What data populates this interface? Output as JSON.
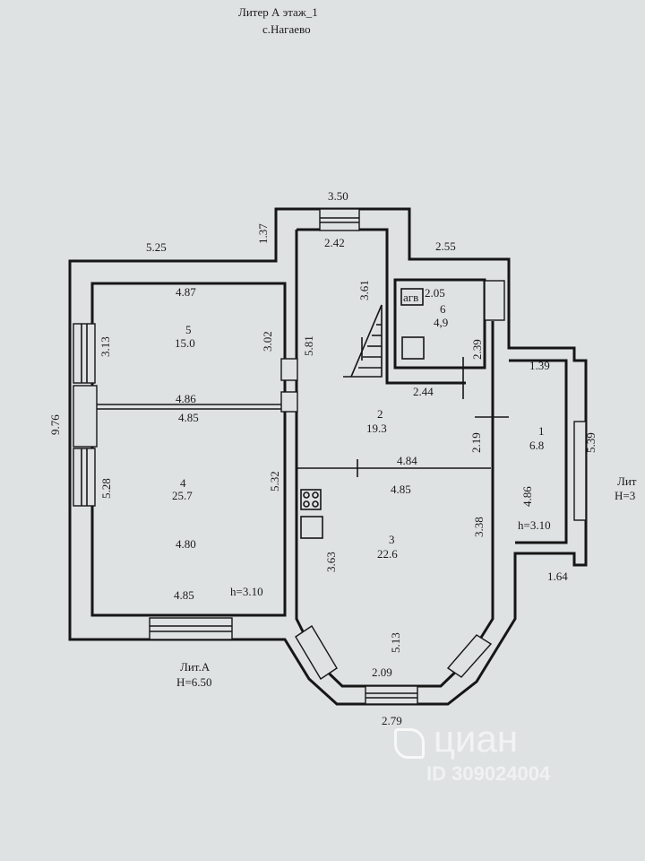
{
  "header": {
    "title": "Литер А этаж_1",
    "location": "с.Нагаево"
  },
  "dimensions": {
    "d350": "3.50",
    "d137": "1.37",
    "d242": "2.42",
    "d525": "5.25",
    "d255": "2.55",
    "d487": "4.87",
    "d361": "3.61",
    "d205": "2.05",
    "d313": "3.13",
    "d302": "3.02",
    "d581": "5.81",
    "d239": "2.39",
    "d139": "1.39",
    "d244": "2.44",
    "d486": "4.86",
    "d485a": "4.85",
    "d976": "9.76",
    "d219": "2.19",
    "d539": "5.39",
    "d484": "4.84",
    "d528": "5.28",
    "d532": "5.32",
    "d485b": "4.85",
    "d486v": "4.86",
    "d338": "3.38",
    "d480": "4.80",
    "d363": "3.63",
    "d485c": "4.85",
    "d164": "1.64",
    "d513": "5.13",
    "d209": "2.09",
    "d279": "2.79"
  },
  "rooms": [
    {
      "id": "1",
      "area": "6.8"
    },
    {
      "id": "2",
      "area": "19.3"
    },
    {
      "id": "3",
      "area": "22.6"
    },
    {
      "id": "4",
      "area": "25.7"
    },
    {
      "id": "5",
      "area": "15.0"
    },
    {
      "id": "6",
      "area": "4,9"
    }
  ],
  "labels": {
    "boiler": "агв",
    "height_main": "h=3.10",
    "height_annex": "h=3.10",
    "lit_main": "Лит.А",
    "lit_main_h": "H=6.50",
    "lit_right": "Лит",
    "lit_right_h": "H=3"
  },
  "watermark": {
    "brand": "циан",
    "id_text": "ID 309024004"
  }
}
